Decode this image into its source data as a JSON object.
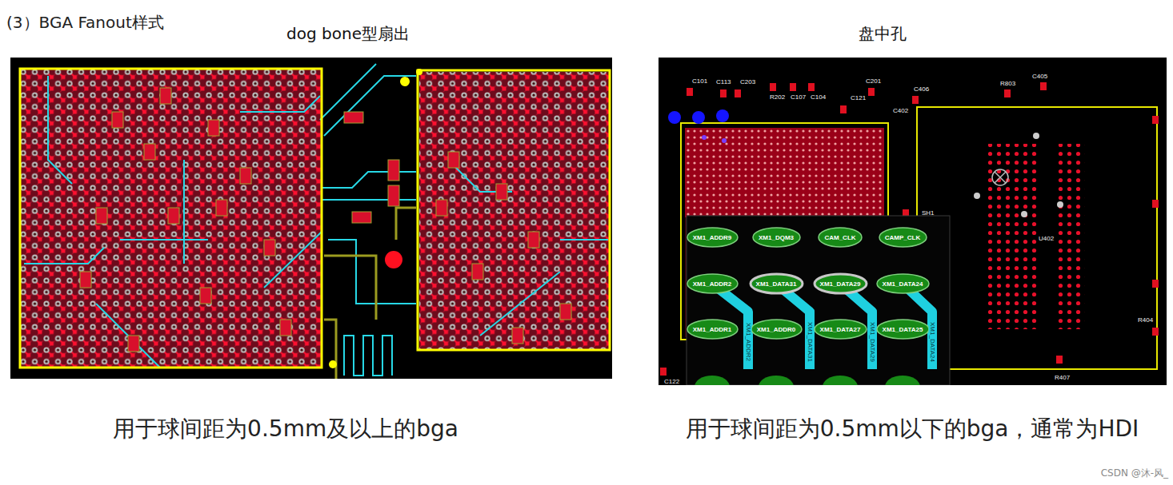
{
  "diagram": {
    "title": "(3）BGA Fanout样式",
    "nodes": [
      {
        "text": [
          "dog bone型扇出"
        ]
      },
      {
        "text": [
          "盘中孔"
        ]
      },
      {
        "text": [
          "XM1_ADDR9"
        ],
        "in": 1
      },
      {
        "text": [
          "XM1_DQM3"
        ],
        "in": 1
      },
      {
        "text": [
          "CAM_CLK"
        ],
        "in": 1
      },
      {
        "text": [
          "CAMP_CLK"
        ],
        "in": 1
      },
      {
        "text": [
          "XM1_ADDR2"
        ],
        "in": 1
      },
      {
        "text": [
          "XM1_DATA31"
        ],
        "in": 1
      },
      {
        "text": [
          "XM1_DATA29"
        ],
        "in": 1
      },
      {
        "text": [
          "XM1_DATA24"
        ],
        "in": 1
      },
      {
        "text": [
          "XM1_ADDR1"
        ],
        "in": 1
      },
      {
        "text": [
          "XM1_ADDR0"
        ],
        "in": 1
      },
      {
        "text": [
          "XM1_DATA27"
        ],
        "in": 1
      },
      {
        "text": [
          "XM1_DATA25"
        ],
        "in": 1
      }
    ],
    "labels": [
      "用于球间距为0.5mm及以上的bga",
      "用于球间距为0.5mm以下的bga，通常为HDI",
      "C101",
      "C113",
      "C203",
      "R202",
      "C107",
      "C104",
      "C201",
      "C121",
      "C406",
      "C402",
      "R803",
      "C405",
      "SH1",
      "U402",
      "R404",
      "R407",
      "C122",
      "XM1_ADDR2",
      "XM1_DATA31",
      "XM1_DATA29",
      "XM1_DATA24",
      "CSDN @沐-风_"
    ]
  }
}
